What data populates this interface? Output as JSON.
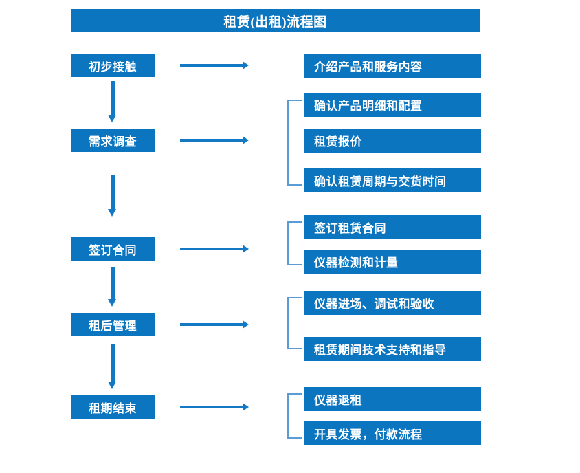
{
  "title": "租赁(出租)流程图",
  "stages": [
    {
      "key": "initial-contact",
      "label": "初步接触",
      "details": [
        "介绍产品和服务内容"
      ],
      "has_bracket": false,
      "has_arrow_to_next": true
    },
    {
      "key": "needs-survey",
      "label": "需求调查",
      "details": [
        "确认产品明细和配置",
        "租赁报价",
        "确认租赁周期与交货时间"
      ],
      "has_bracket": true,
      "has_arrow_to_next": true
    },
    {
      "key": "sign-contract",
      "label": "签订合同",
      "details": [
        "签订租赁合同",
        "仪器检测和计量"
      ],
      "has_bracket": true,
      "has_arrow_to_next": true
    },
    {
      "key": "post-rental-management",
      "label": "租后管理",
      "details": [
        "仪器进场、调试和验收",
        "租赁期间技术支持和指导"
      ],
      "has_bracket": true,
      "has_arrow_to_next": true
    },
    {
      "key": "lease-end",
      "label": "租期结束",
      "details": [
        "仪器退租",
        "开具发票，付款流程"
      ],
      "has_bracket": true,
      "has_arrow_to_next": false
    }
  ],
  "colors": {
    "box_fill": "#0B75C0",
    "box_text": "#FFFFFF",
    "arrow": "#1379C4",
    "bracket": "#5B9BD5",
    "background": "#FFFFFF"
  }
}
